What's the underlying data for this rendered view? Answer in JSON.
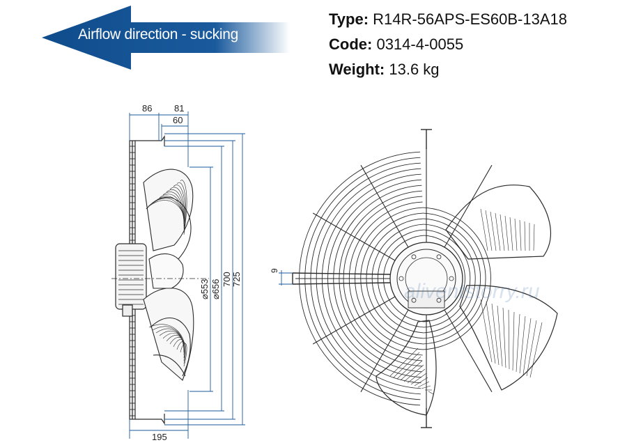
{
  "airflow": {
    "label": "Airflow direction - sucking",
    "color": "#1a5a9c"
  },
  "specs": {
    "type_key": "Type:",
    "type_value": "R14R-56APS-ES60B-13A18",
    "code_key": "Code:",
    "code_value": "0314-4-0055",
    "weight_key": "Weight:",
    "weight_value": "13.6 kg"
  },
  "dimensions": {
    "d86": "86",
    "d81": "81",
    "d60": "60",
    "d195": "195",
    "d553": "⌀553",
    "d656": "⌀656",
    "d700": "700",
    "d725": "725",
    "d9": "9"
  },
  "watermark": "aliventstorry.ru",
  "colors": {
    "dim_line": "#1a5a9c",
    "outline": "#2a2a2a"
  }
}
